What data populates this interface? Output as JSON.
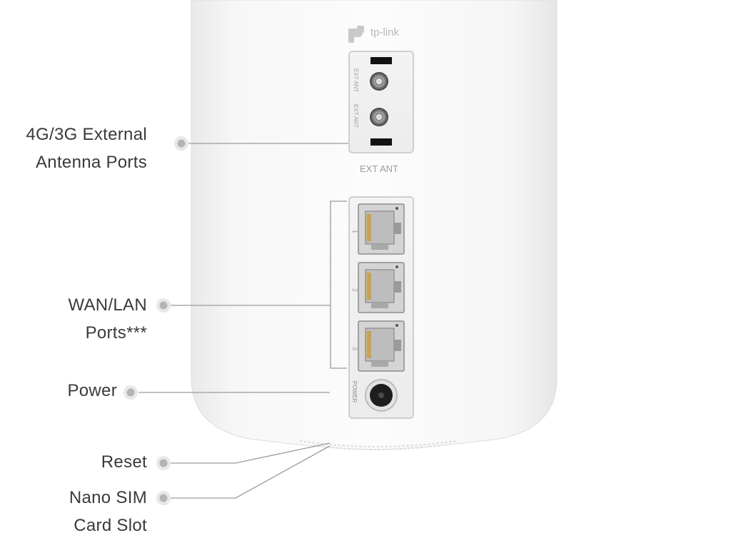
{
  "device": {
    "brand": "tp-link",
    "ext_ant_section_label": "EXT ANT",
    "antenna_port_1_label": "EXT ANT",
    "antenna_port_2_label": "EXT ANT",
    "lan_port_1_number": "1",
    "lan_port_2_number": "2",
    "lan_port_3_number": "3",
    "power_port_label": "POWER"
  },
  "callouts": [
    {
      "lines": [
        "4G/3G External",
        "Antenna Ports"
      ]
    },
    {
      "lines": [
        "WAN/LAN",
        "Ports***"
      ]
    },
    {
      "lines": [
        "Power"
      ]
    },
    {
      "lines": [
        "Reset"
      ]
    },
    {
      "lines": [
        "Nano SIM",
        "Card Slot"
      ]
    }
  ],
  "colors": {
    "leader_line": "#9a9a9a",
    "label_text": "#3a3a3a",
    "dot_inner": "#b4b4b4",
    "dot_halo": "#e4e4e4"
  }
}
